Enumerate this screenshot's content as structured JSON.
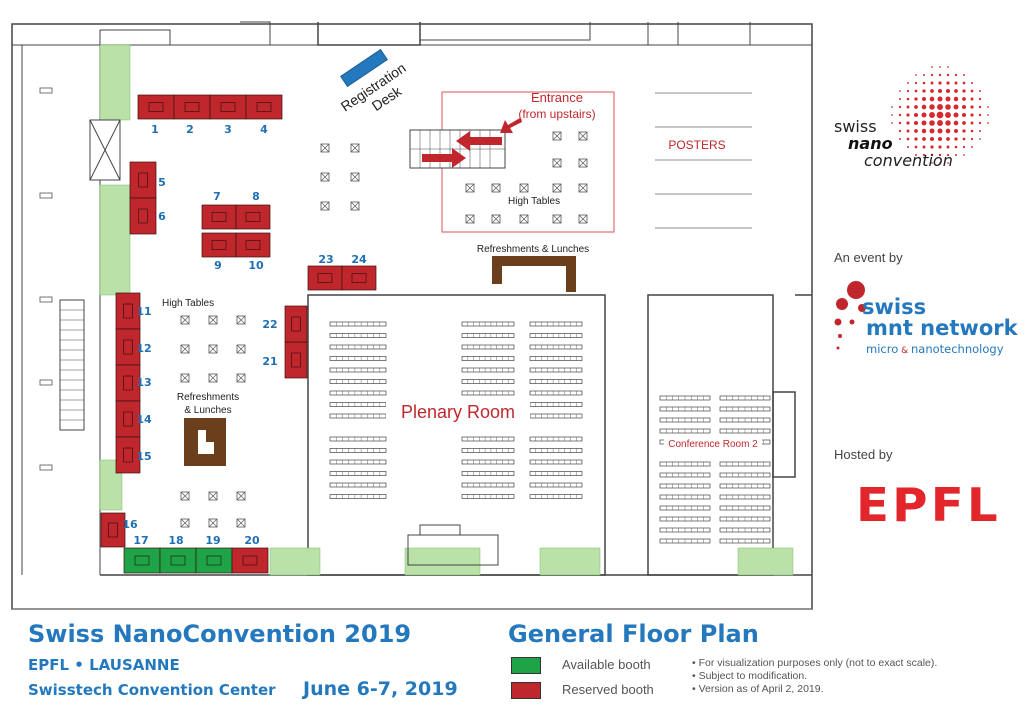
{
  "colors": {
    "reserved": "#c0272d",
    "available": "#1ea447",
    "brown": "#6b3f1c",
    "blue": "#2478bd",
    "red_text": "#c0272d"
  },
  "booths": [
    {
      "num": "1",
      "status": "reserved"
    },
    {
      "num": "2",
      "status": "reserved"
    },
    {
      "num": "3",
      "status": "reserved"
    },
    {
      "num": "4",
      "status": "reserved"
    },
    {
      "num": "5",
      "status": "reserved"
    },
    {
      "num": "6",
      "status": "reserved"
    },
    {
      "num": "7",
      "status": "reserved"
    },
    {
      "num": "8",
      "status": "reserved"
    },
    {
      "num": "9",
      "status": "reserved"
    },
    {
      "num": "10",
      "status": "reserved"
    },
    {
      "num": "11",
      "status": "reserved"
    },
    {
      "num": "12",
      "status": "reserved"
    },
    {
      "num": "13",
      "status": "reserved"
    },
    {
      "num": "14",
      "status": "reserved"
    },
    {
      "num": "15",
      "status": "reserved"
    },
    {
      "num": "16",
      "status": "reserved"
    },
    {
      "num": "17",
      "status": "available"
    },
    {
      "num": "18",
      "status": "available"
    },
    {
      "num": "19",
      "status": "available"
    },
    {
      "num": "20",
      "status": "reserved"
    },
    {
      "num": "21",
      "status": "reserved"
    },
    {
      "num": "22",
      "status": "reserved"
    },
    {
      "num": "23",
      "status": "reserved"
    },
    {
      "num": "24",
      "status": "reserved"
    }
  ],
  "map_labels": {
    "registration_line1": "Registration",
    "registration_line2": "Desk",
    "entrance_line1": "Entrance",
    "entrance_line2": "(from upstairs)",
    "posters": "POSTERS",
    "high_tables_top": "High Tables",
    "high_tables_left": "High Tables",
    "refreshments_top": "Refreshments & Lunches",
    "refreshments_left_line1": "Refreshments",
    "refreshments_left_line2": "& Lunches",
    "plenary_room": "Plenary Room",
    "conference_room_2": "Conference Room 2"
  },
  "sidebar": {
    "logo_line1": "swiss",
    "logo_line2": "nano",
    "logo_line3": "convention",
    "event_by": "An event by",
    "mnt_line1": "swiss",
    "mnt_line2": "mnt network",
    "mnt_line3a": "micro",
    "mnt_line3b": " & ",
    "mnt_line3c": "nanotechnology",
    "hosted_by": "Hosted by",
    "epfl": "EPFL"
  },
  "footer": {
    "title": "Swiss NanoConvention 2019",
    "location": "EPFL • LAUSANNE",
    "venue": "Swisstech Convention Center",
    "dates": "June 6-7, 2019",
    "plan_title": "General Floor Plan",
    "legend_available": "Available booth",
    "legend_reserved": "Reserved booth",
    "notes": [
      "• For visualization purposes only (not to exact scale).",
      "• Subject to modification.",
      "• Version as of April 2, 2019."
    ]
  }
}
